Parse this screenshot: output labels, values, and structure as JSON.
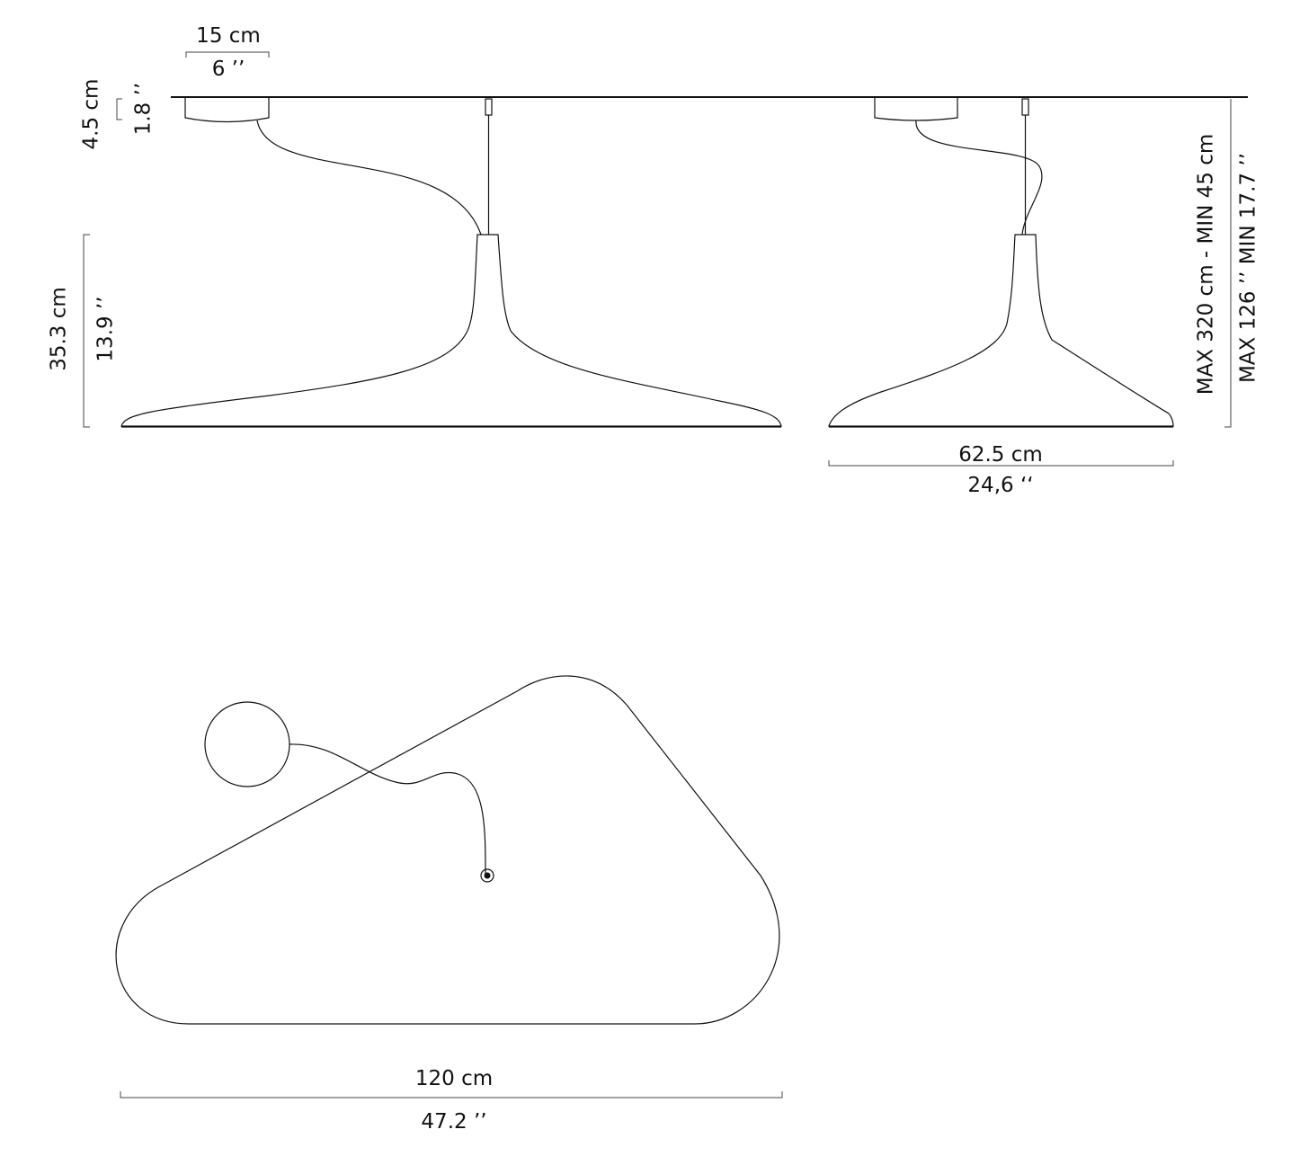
{
  "dimensions": {
    "canopy_width_cm": "15 cm",
    "canopy_width_in": "6 ’’",
    "canopy_height_cm": "4.5 cm",
    "canopy_height_in": "1.8 ’’",
    "shade_height_cm": "35.3 cm",
    "shade_height_in": "13.9 ’’",
    "suspension_cm": "MAX 320 cm - MIN 45 cm",
    "suspension_in": "MAX 126 ’’ MIN 17.7 ’’",
    "side_width_cm": "62.5 cm",
    "side_width_in": "24,6 ‘‘",
    "top_width_cm": "120 cm",
    "top_width_in": "47.2 ’’"
  },
  "colors": {
    "line": "#111111",
    "background": "#ffffff"
  }
}
